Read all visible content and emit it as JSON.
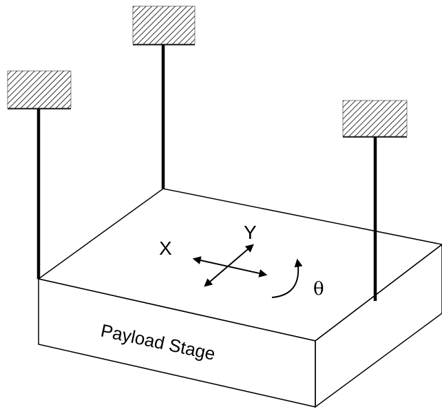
{
  "labels": {
    "x_axis": "X",
    "y_axis": "Y",
    "rotation": "θ",
    "stage": "Payload Stage"
  },
  "colors": {
    "line": "#000000",
    "background": "#ffffff"
  }
}
